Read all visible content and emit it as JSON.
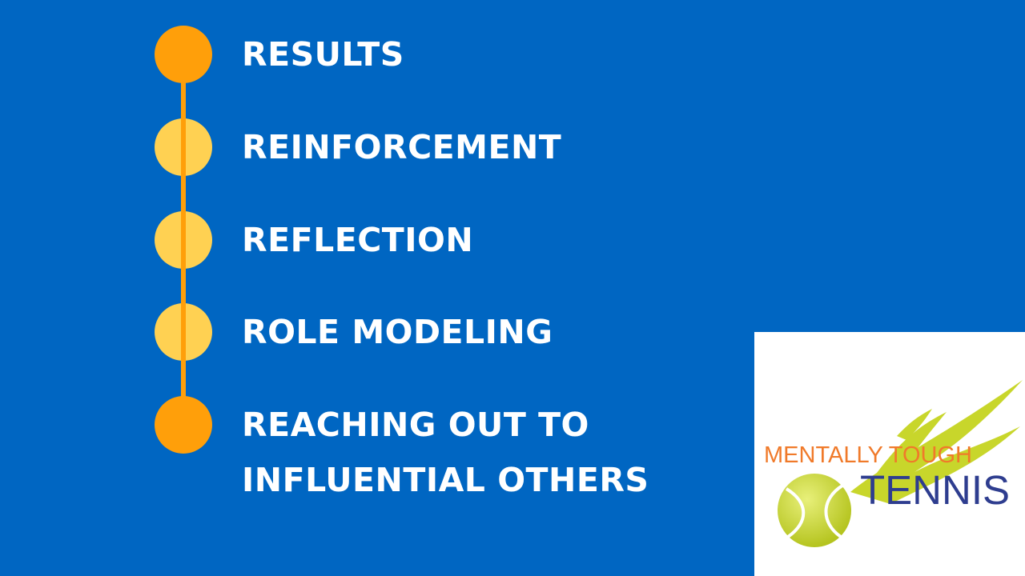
{
  "timeline": {
    "items": [
      {
        "label": "RESULTS",
        "dot_color": "#ff9f0a"
      },
      {
        "label": "REINFORCEMENT",
        "dot_color": "#ffd152"
      },
      {
        "label": "REFLECTION",
        "dot_color": "#ffd152"
      },
      {
        "label": "ROLE MODELING",
        "dot_color": "#ffd152"
      },
      {
        "label": "REACHING OUT TO",
        "label_line2": "INFLUENTIAL OTHERS",
        "dot_color": "#ff9f0a"
      }
    ],
    "line_color": "#ff9f0a"
  },
  "logo": {
    "line1": "MENTALLY TOUGH",
    "line2": "TENNIS",
    "line1_color": "#f07a2a",
    "line2_color": "#2e3d8f",
    "ball_color": "#c8d62b",
    "flame_color": "#c8d62b",
    "icon": "tennis-ball-icon"
  },
  "colors": {
    "background": "#0066c2"
  }
}
